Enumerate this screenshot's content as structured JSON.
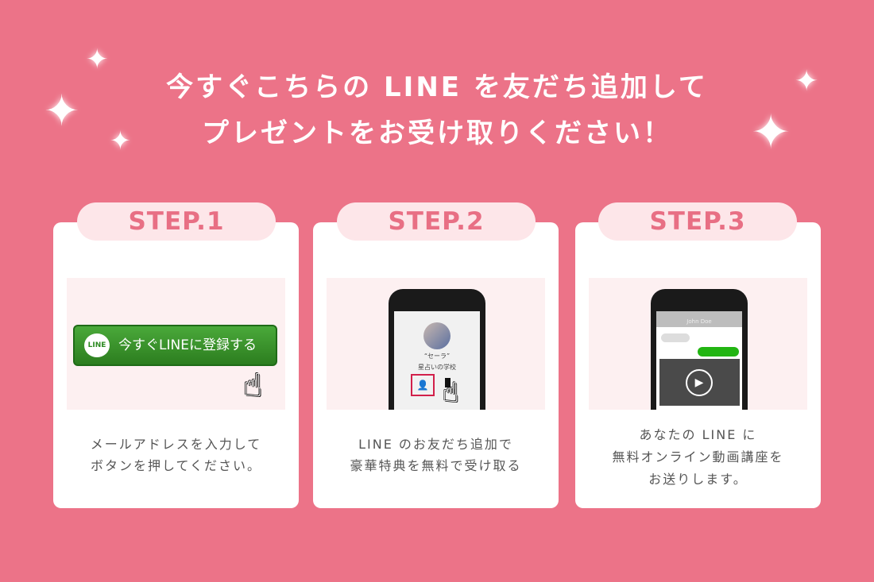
{
  "title": {
    "line1": "今すぐこちらの LINE を友だち追加して",
    "line2": "プレゼントをお受け取りください！"
  },
  "steps": [
    {
      "label": "STEP.1",
      "button": "今すぐLINEに登録する",
      "line_icon": "LINE",
      "caption1": "メールアドレスを入力して",
      "caption2": "ボタンを押してください。"
    },
    {
      "label": "STEP.2",
      "profile_name": "“セーラ”",
      "profile_sub": "星占いの学校",
      "caption1": "LINE のお友だち追加で",
      "caption2": "豪華特典を無料で受け取る"
    },
    {
      "label": "STEP.3",
      "chat_name": "John Doe",
      "caption1": "あなたの LINE に",
      "caption2": "無料オンライン動画講座を",
      "caption3": "お送りします。"
    }
  ],
  "colors": {
    "background": "#ec7388",
    "pill": "#fde6e9",
    "accent": "#e86f84",
    "line_green": "#3a9a2c"
  }
}
